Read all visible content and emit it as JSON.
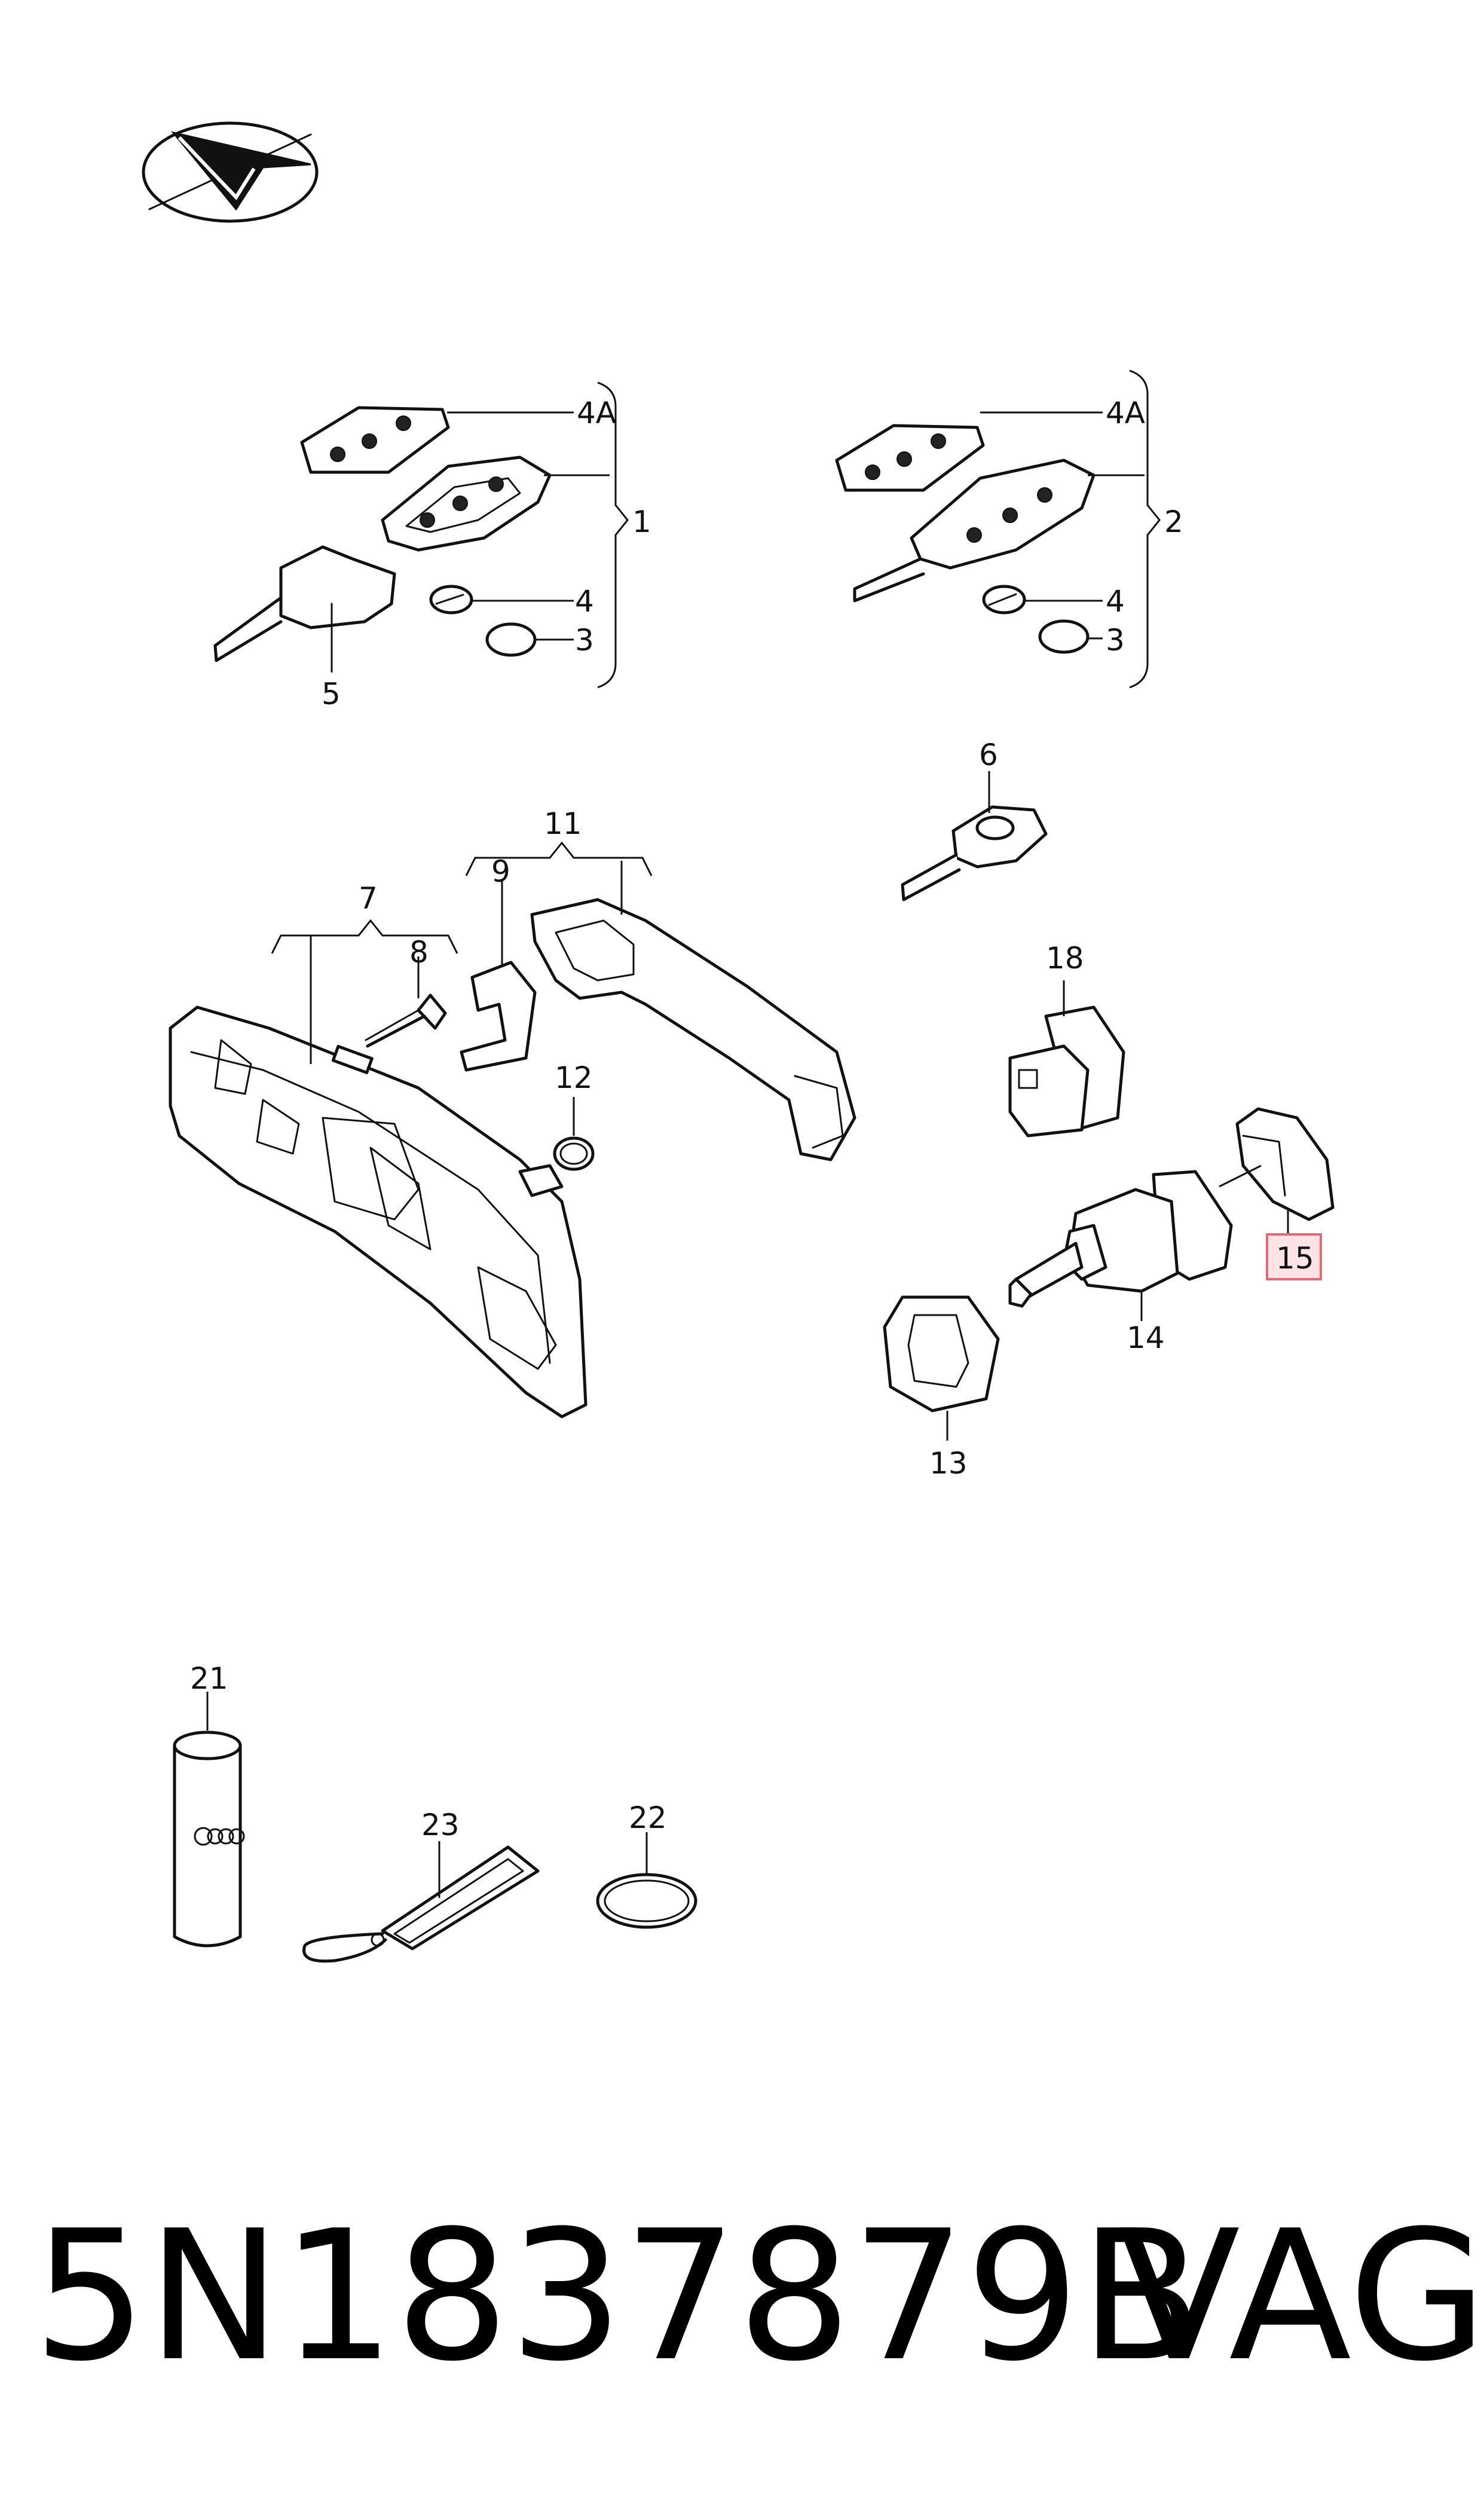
{
  "labels": {
    "l1": "1",
    "l2": "2",
    "l3a": "3",
    "l3b": "3",
    "l4a": "4",
    "l4b": "4",
    "l4Aa": "4A",
    "l4Ab": "4A",
    "l5": "5",
    "l6": "6",
    "l7": "7",
    "l8": "8",
    "l9": "9",
    "l11": "11",
    "l12": "12",
    "l13": "13",
    "l14": "14",
    "l15": "15",
    "l18": "18",
    "l21": "21",
    "l22": "22",
    "l23": "23"
  },
  "highlight": {
    "part": "15",
    "fill": "#fde3e6",
    "stroke": "#e06b78"
  },
  "footer": {
    "part_number": "5N1837879B",
    "brand": "VAG"
  }
}
